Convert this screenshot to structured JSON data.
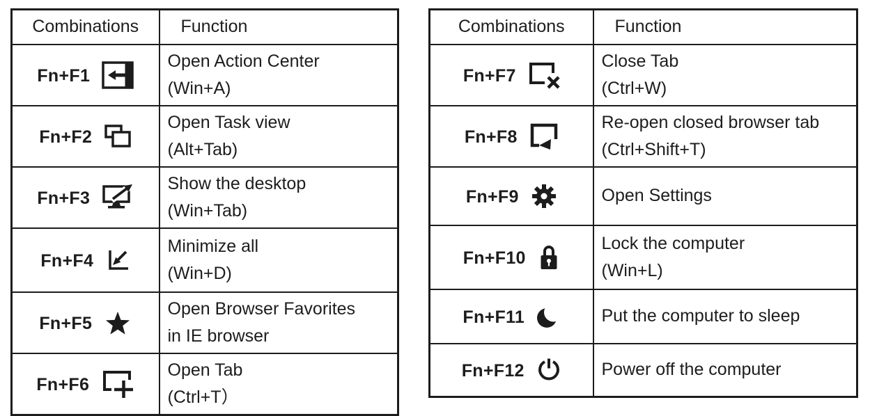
{
  "colors": {
    "border": "#1c1c1c",
    "text": "#1d1d1d",
    "background": "#ffffff"
  },
  "tables": [
    {
      "id": "left",
      "headers": {
        "combinations": "Combinations",
        "function": "Function"
      },
      "rows": [
        {
          "combo": "Fn+F1",
          "icon": "action-center-icon",
          "function_lines": [
            "Open Action Center",
            "(Win+A)"
          ]
        },
        {
          "combo": "Fn+F2",
          "icon": "task-view-icon",
          "function_lines": [
            "Open Task view",
            "(Alt+Tab)"
          ]
        },
        {
          "combo": "Fn+F3",
          "icon": "show-desktop-icon",
          "function_lines": [
            "Show the desktop",
            "(Win+Tab)"
          ]
        },
        {
          "combo": "Fn+F4",
          "icon": "minimize-all-icon",
          "function_lines": [
            "Minimize all",
            "(Win+D)"
          ]
        },
        {
          "combo": "Fn+F5",
          "icon": "favorites-star-icon",
          "function_lines": [
            "Open Browser Favorites",
            "in IE browser"
          ]
        },
        {
          "combo": "Fn+F6",
          "icon": "new-tab-icon",
          "function_lines": [
            "Open Tab",
            "(Ctrl+T）"
          ]
        }
      ]
    },
    {
      "id": "right",
      "headers": {
        "combinations": "Combinations",
        "function": "Function"
      },
      "rows": [
        {
          "combo": "Fn+F7",
          "icon": "close-tab-icon",
          "function_lines": [
            "Close Tab",
            "(Ctrl+W)"
          ]
        },
        {
          "combo": "Fn+F8",
          "icon": "reopen-tab-icon",
          "function_lines": [
            "Re-open closed browser tab",
            "(Ctrl+Shift+T)"
          ]
        },
        {
          "combo": "Fn+F9",
          "icon": "settings-gear-icon",
          "function_lines": [
            "Open Settings"
          ]
        },
        {
          "combo": "Fn+F10",
          "icon": "lock-icon",
          "function_lines": [
            "Lock the computer",
            "(Win+L)"
          ]
        },
        {
          "combo": "Fn+F11",
          "icon": "moon-icon",
          "function_lines": [
            "Put the computer to sleep"
          ]
        },
        {
          "combo": "Fn+F12",
          "icon": "power-icon",
          "function_lines": [
            "Power off the computer"
          ]
        }
      ]
    }
  ]
}
